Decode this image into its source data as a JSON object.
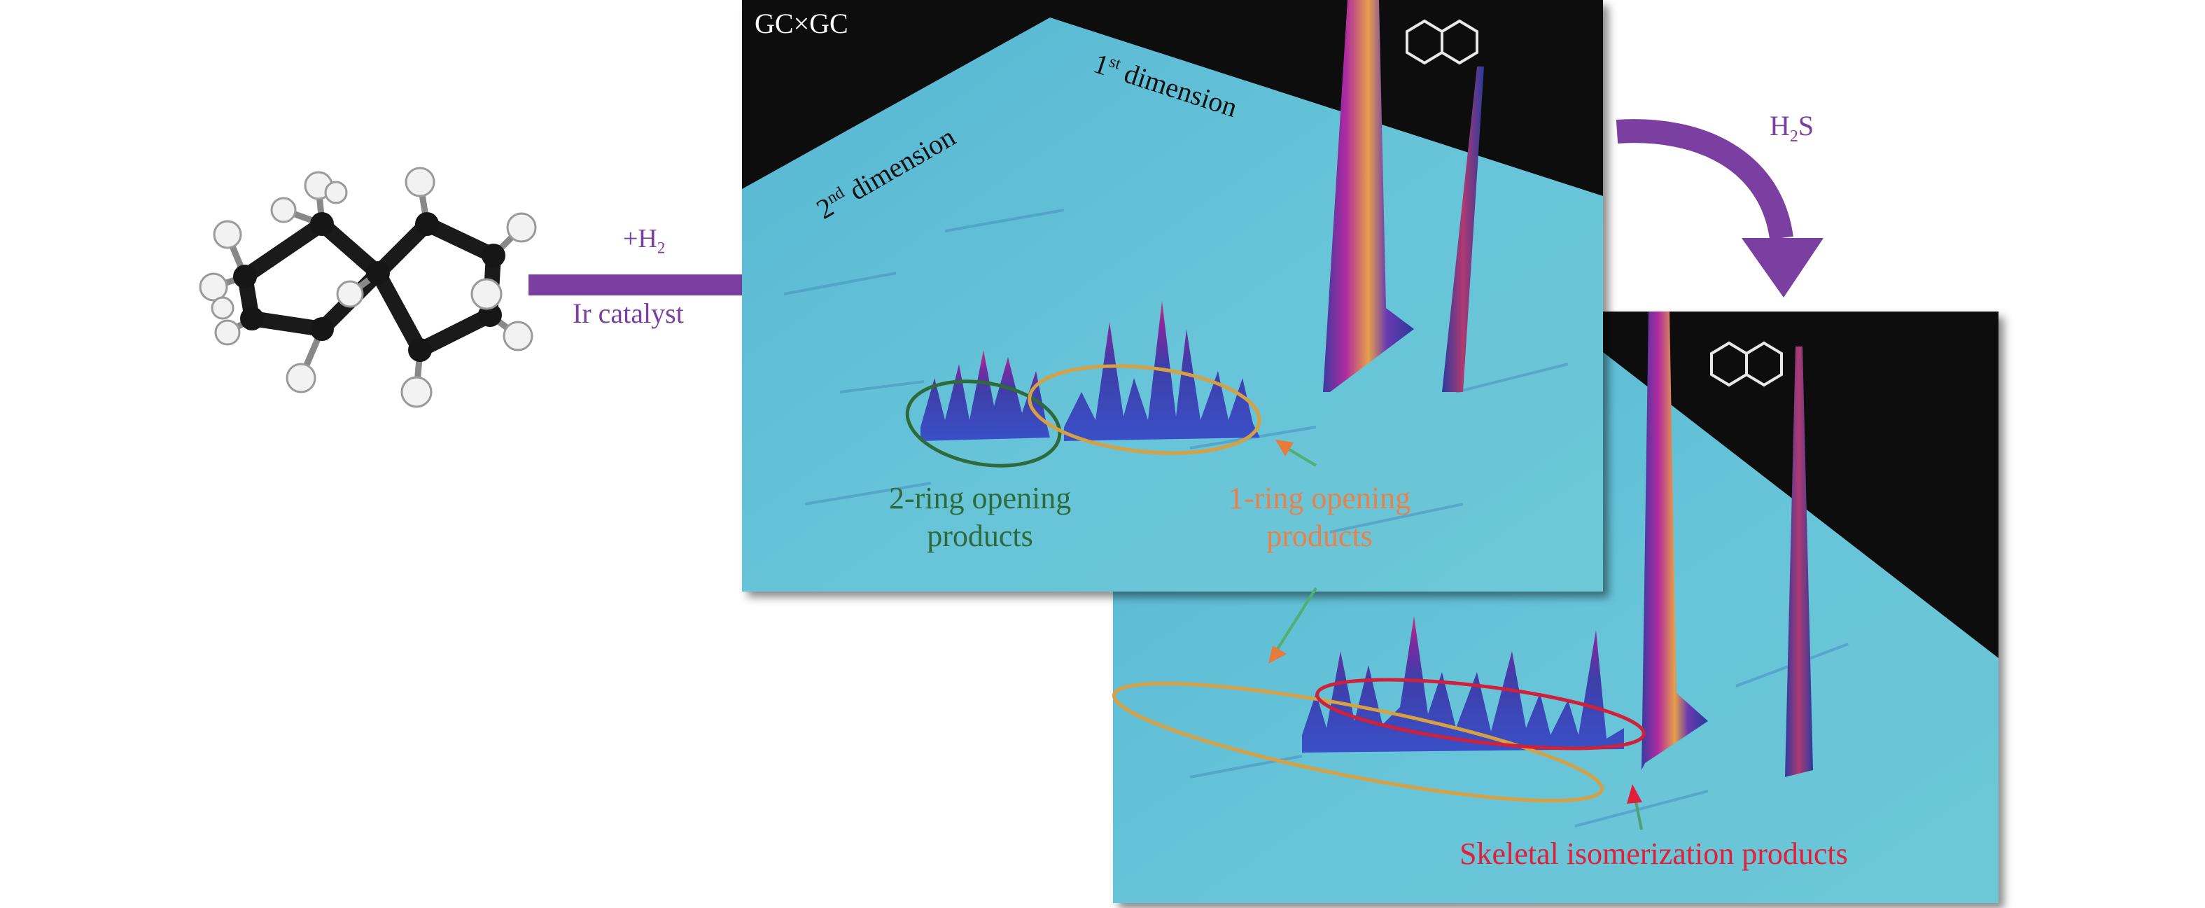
{
  "reaction": {
    "reagent_prefix": "+H",
    "reagent_sub": "2",
    "catalyst": "Ir catalyst",
    "poison_h": "H",
    "poison_sub": "2",
    "poison_s": "S"
  },
  "top_panel": {
    "title": "GC×GC",
    "dim1_num": "1",
    "dim1_sup": "st",
    "dim1_word": " dimension",
    "dim2_num": "2",
    "dim2_sup": "nd",
    "dim2_word": " dimension",
    "two_ring_line1": "2-ring opening",
    "two_ring_line2": "products",
    "one_ring_line1": "1-ring opening",
    "one_ring_line2": "products"
  },
  "bottom_panel": {
    "skeletal_label": "Skeletal isomerization products"
  },
  "colors": {
    "arrow_purple": "#7a3fa0",
    "panel_floor": "#62bfd6",
    "panel_back": "#0a0a0a",
    "two_ring": "#2f6b3a",
    "one_ring": "#e8824a",
    "skeletal": "#e0203a"
  }
}
